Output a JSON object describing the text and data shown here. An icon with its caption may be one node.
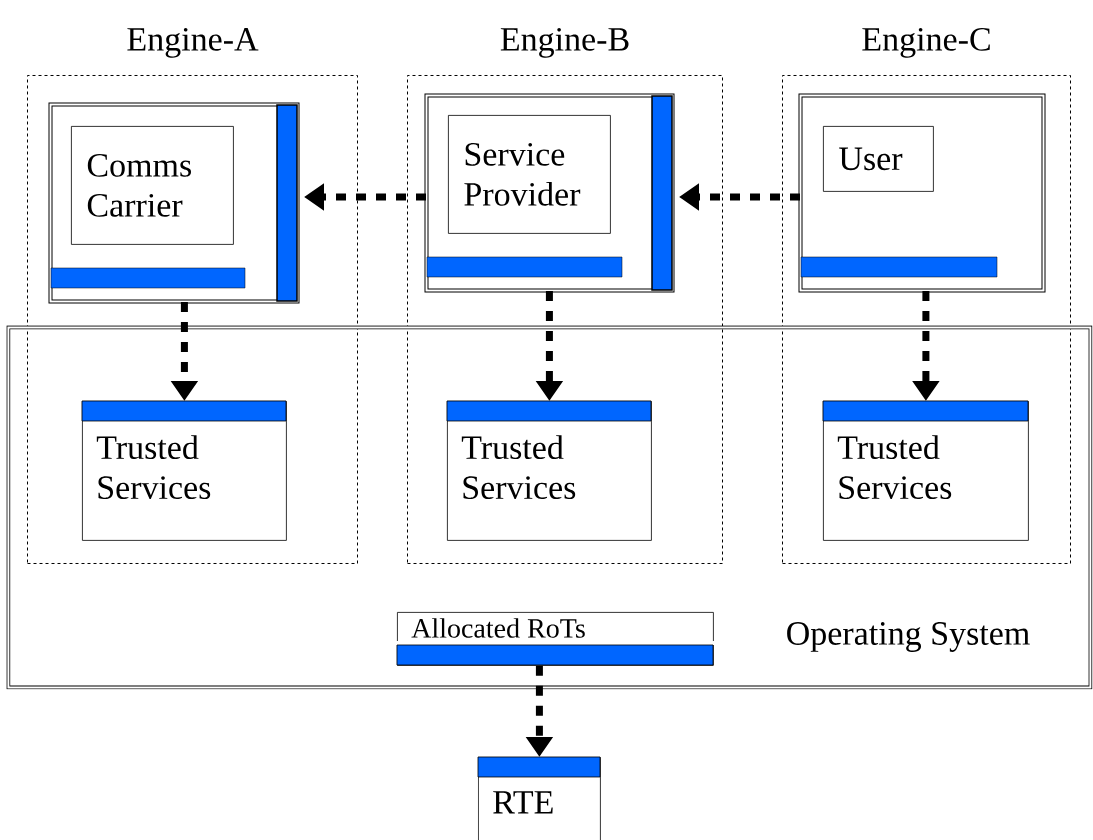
{
  "diagram": {
    "nodes": [
      {
        "text": [
          "Engine-A"
        ]
      },
      {
        "text": [],
        "shape": "box",
        "in": 0
      },
      {
        "text": [
          "Comms Carrier"
        ],
        "in": 1
      },
      {
        "text": [
          "Trusted Services"
        ]
      },
      {
        "text": [
          "Engine-B"
        ]
      },
      {
        "text": [],
        "shape": "box",
        "in": 4
      },
      {
        "text": [
          "Service Provider"
        ],
        "in": 5
      },
      {
        "text": [
          "Trusted Services"
        ]
      },
      {
        "text": [
          "Engine-C"
        ]
      },
      {
        "text": [],
        "shape": "box",
        "in": 8
      },
      {
        "text": [
          "User"
        ],
        "in": 9
      },
      {
        "text": [
          "Trusted Services"
        ]
      },
      {
        "text": [
          "Operating System"
        ]
      },
      {
        "text": [
          "Allocated RoTs"
        ],
        "in": 12
      },
      {
        "text": [
          "RTE"
        ]
      }
    ],
    "edges": [
      {
        "from": 5,
        "to": 1,
        "arrow": "to"
      },
      {
        "from": 9,
        "to": 5,
        "arrow": "to"
      },
      {
        "from": 1,
        "to": 3,
        "arrow": "to"
      },
      {
        "from": 5,
        "to": 7,
        "arrow": "to"
      },
      {
        "from": 9,
        "to": 11,
        "arrow": "to"
      },
      {
        "from": 13,
        "to": 14,
        "arrow": "to"
      }
    ]
  }
}
